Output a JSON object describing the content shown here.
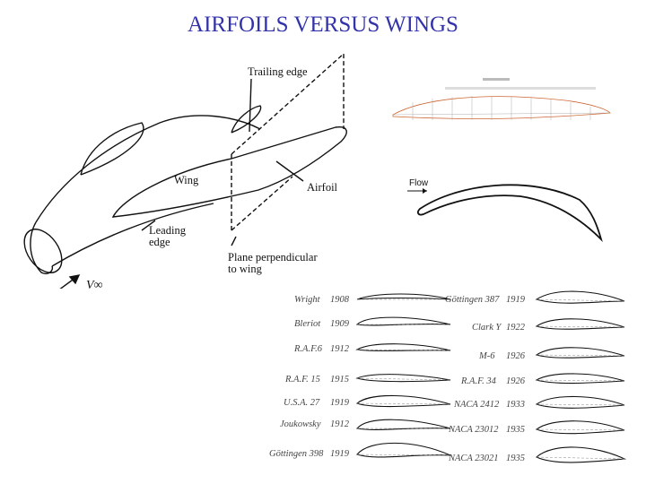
{
  "slide": {
    "title": "AIRFOILS VERSUS WINGS"
  },
  "wing_diagram": {
    "labels": {
      "trailing_edge": "Trailing edge",
      "wing": "Wing",
      "airfoil": "Airfoil",
      "leading_edge_1": "Leading",
      "leading_edge_2": "edge",
      "plane_1": "Plane perpendicular",
      "plane_2": "to wing",
      "freestream": "V∞"
    }
  },
  "flow_figure": {
    "label": "Flow"
  },
  "airfoil_history": {
    "left": [
      {
        "name": "Wright",
        "year": "1908"
      },
      {
        "name": "Bleriot",
        "year": "1909"
      },
      {
        "name": "R.A.F.6",
        "year": "1912"
      },
      {
        "name": "R.A.F. 15",
        "year": "1915"
      },
      {
        "name": "U.S.A. 27",
        "year": "1919"
      },
      {
        "name": "Joukowsky",
        "year": "1912"
      },
      {
        "name": "Göttingen 398",
        "year": "1919"
      }
    ],
    "right": [
      {
        "name": "Göttingen 387",
        "year": "1919"
      },
      {
        "name": "Clark Y",
        "year": "1922"
      },
      {
        "name": "M-6",
        "year": "1926"
      },
      {
        "name": "R.A.F. 34",
        "year": "1926"
      },
      {
        "name": "NACA 2412",
        "year": "1933"
      },
      {
        "name": "NACA 23012",
        "year": "1935"
      },
      {
        "name": "NACA 23021",
        "year": "1935"
      }
    ]
  },
  "colors": {
    "title": "#3333aa",
    "ink": "#111111"
  }
}
